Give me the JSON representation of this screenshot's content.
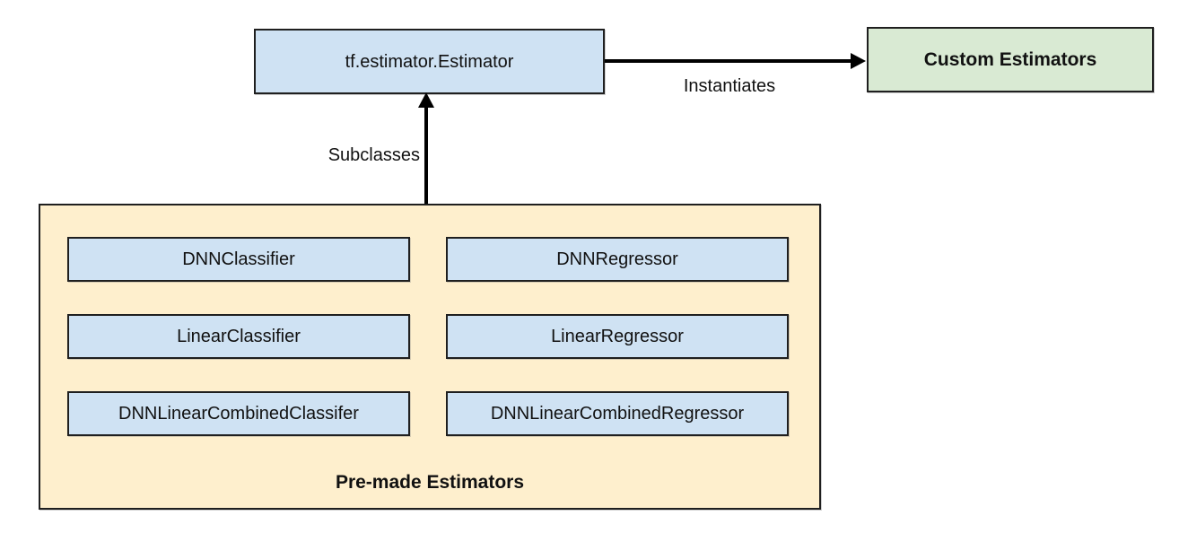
{
  "diagram": {
    "estimator_box": {
      "label": "tf.estimator.Estimator"
    },
    "custom_box": {
      "label": "Custom Estimators"
    },
    "edges": {
      "instantiates": "Instantiates",
      "subclasses": "Subclasses"
    },
    "premade": {
      "title": "Pre-made Estimators",
      "items": [
        "DNNClassifier",
        "DNNRegressor",
        "LinearClassifier",
        "LinearRegressor",
        "DNNLinearCombinedClassifer",
        "DNNLinearCombinedRegressor"
      ]
    },
    "colors": {
      "estimator_fill": "#cfe2f3",
      "custom_fill": "#d9ead3",
      "premade_fill": "#feefcd",
      "border": "#1f1f1f",
      "arrow": "#000000"
    }
  }
}
